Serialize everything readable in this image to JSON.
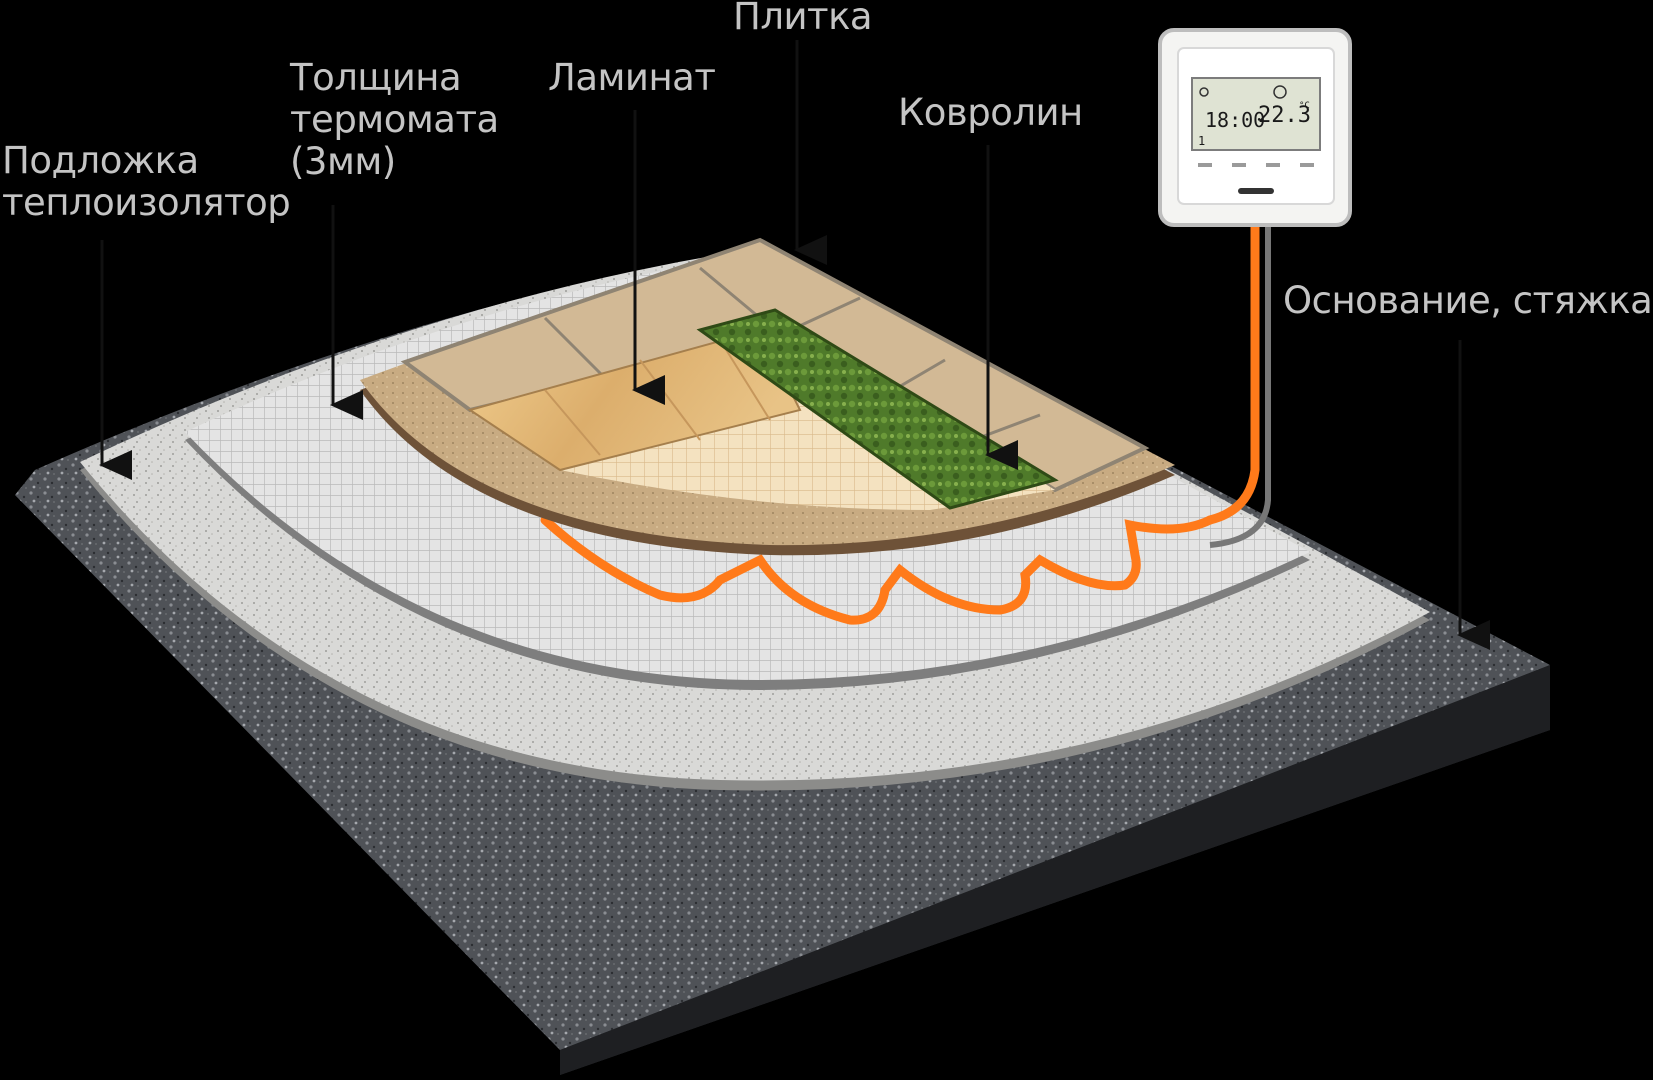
{
  "labels": {
    "underlay": [
      "Подложка",
      "теплоизолятор"
    ],
    "mat_thickness": [
      "Толщина",
      "термомата",
      "(3мм)"
    ],
    "laminate": "Ламинат",
    "tile": "Плитка",
    "carpet": "Ковролин",
    "base": "Основание, стяжка"
  },
  "thermostat": {
    "time": "18:00",
    "temperature": "22.3",
    "unit": "°C",
    "program": "1"
  },
  "colors": {
    "background": "#000000",
    "label_text": "#c4c4c4",
    "heating_cable": "#ff7a1a",
    "carpet": "#4f7a2a",
    "laminate": "#e7bd7c",
    "tile": "#d2b995",
    "concrete": "#5b5e63"
  }
}
